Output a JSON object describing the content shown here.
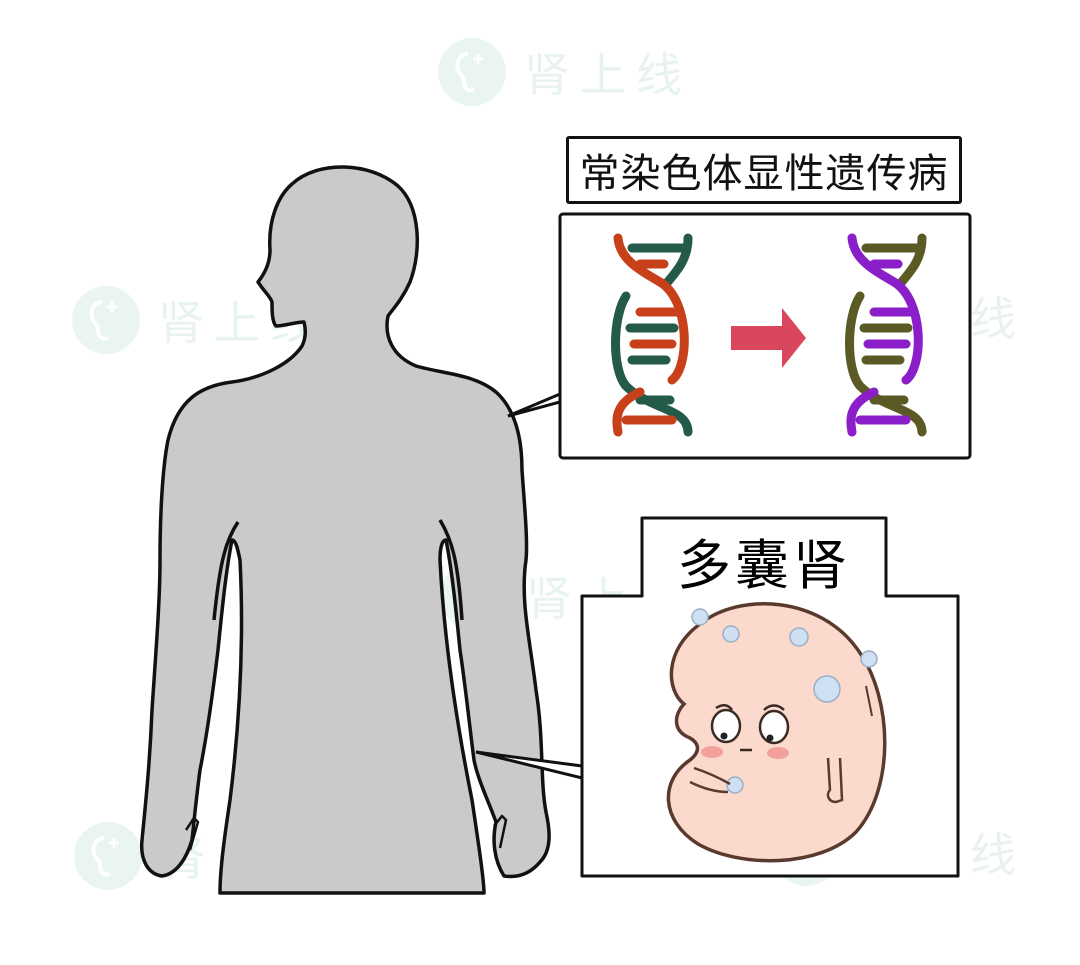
{
  "watermark": {
    "text": "肾上线",
    "icon": "kidney-logo-icon",
    "color": "#d6ebe6"
  },
  "figure": {
    "body_silhouette_color": "#cacaca",
    "outline_color": "#111111"
  },
  "callout_top": {
    "title": "常染色体显性遗传病",
    "dna_left": {
      "strand_a_color": "#c8401a",
      "strand_b_color": "#235a4a"
    },
    "arrow": {
      "icon": "right-arrow-icon",
      "color": "#d9465d"
    },
    "dna_right": {
      "strand_a_color": "#8a1ec8",
      "strand_b_color": "#5b5a24"
    }
  },
  "callout_bottom": {
    "title": "多囊肾",
    "kidney": {
      "fill": "#fbd9cc",
      "outline": "#5a3a2e",
      "cyst_color": "#cfe0f2",
      "blush": "#f08c8c"
    }
  }
}
